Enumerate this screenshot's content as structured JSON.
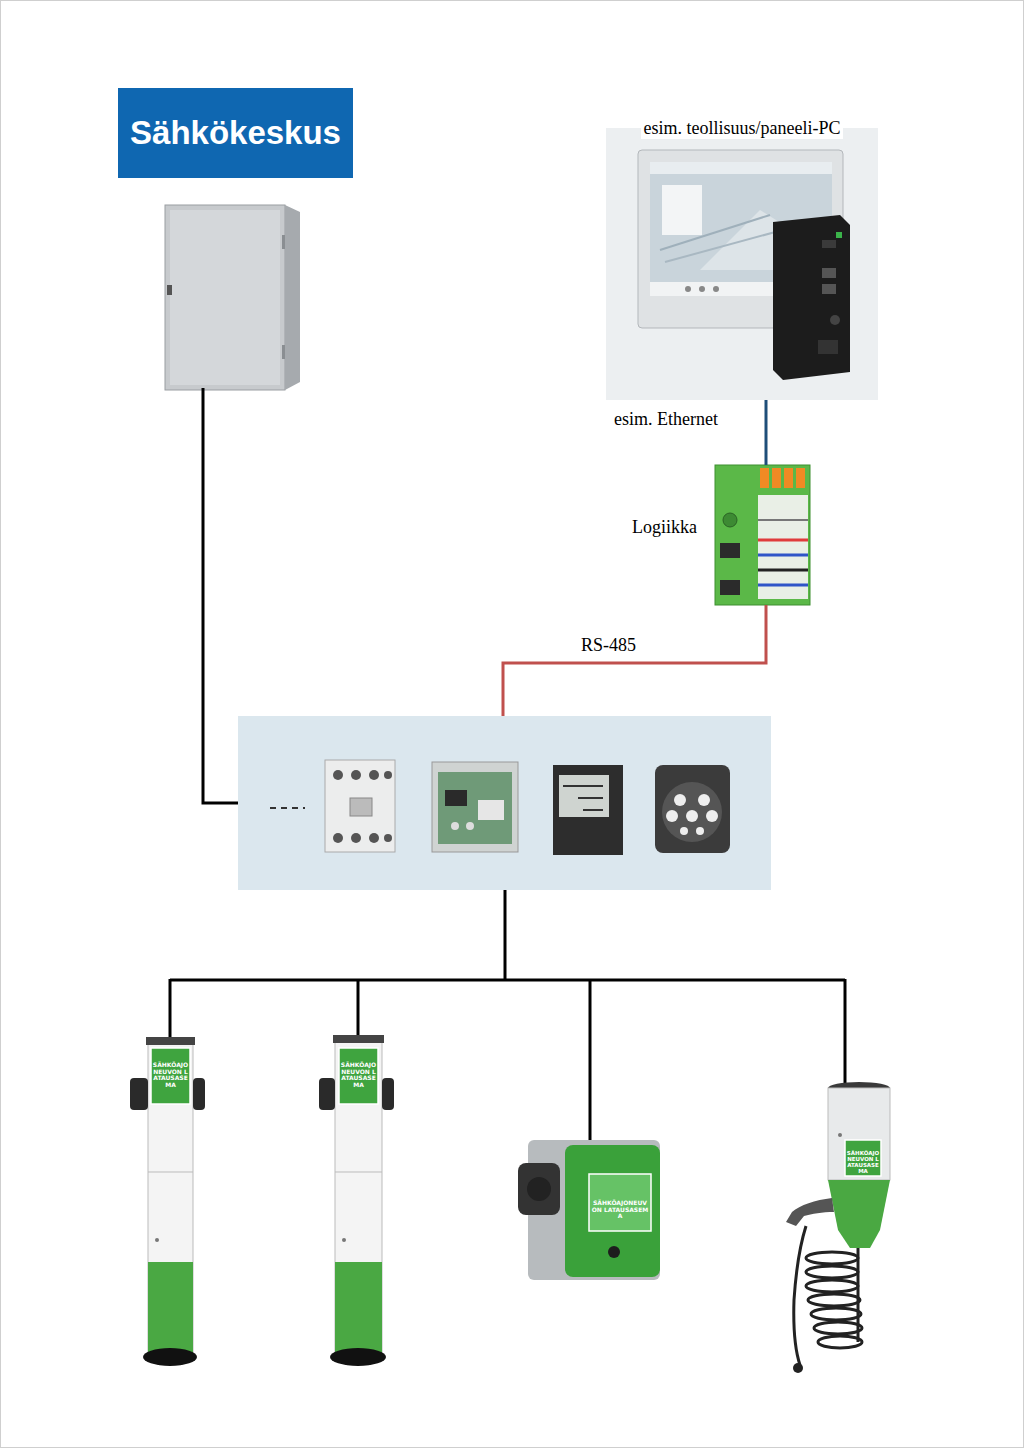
{
  "diagram": {
    "nodes": [
      {
        "text": [
          "Sähkökeskus"
        ]
      },
      {
        "text": [
          "esim. teollisuus/paneeli-PC"
        ]
      },
      {
        "text": [
          "Logiikka"
        ]
      }
    ],
    "edges": [
      {
        "from": 1,
        "to": 2,
        "arrow": "none",
        "label": "esim. Ethernet"
      }
    ],
    "labels": [
      "RS-485",
      "SÄHKÖAJONEUVON LATAUSASEMA",
      "SÄHKÖAJONEUVON LATAUSASEMA",
      "SÄHKÖAJONEUVON LATAUSASEMA",
      "SÄHKÖAJONEUVON LATAUSASEMA"
    ]
  }
}
